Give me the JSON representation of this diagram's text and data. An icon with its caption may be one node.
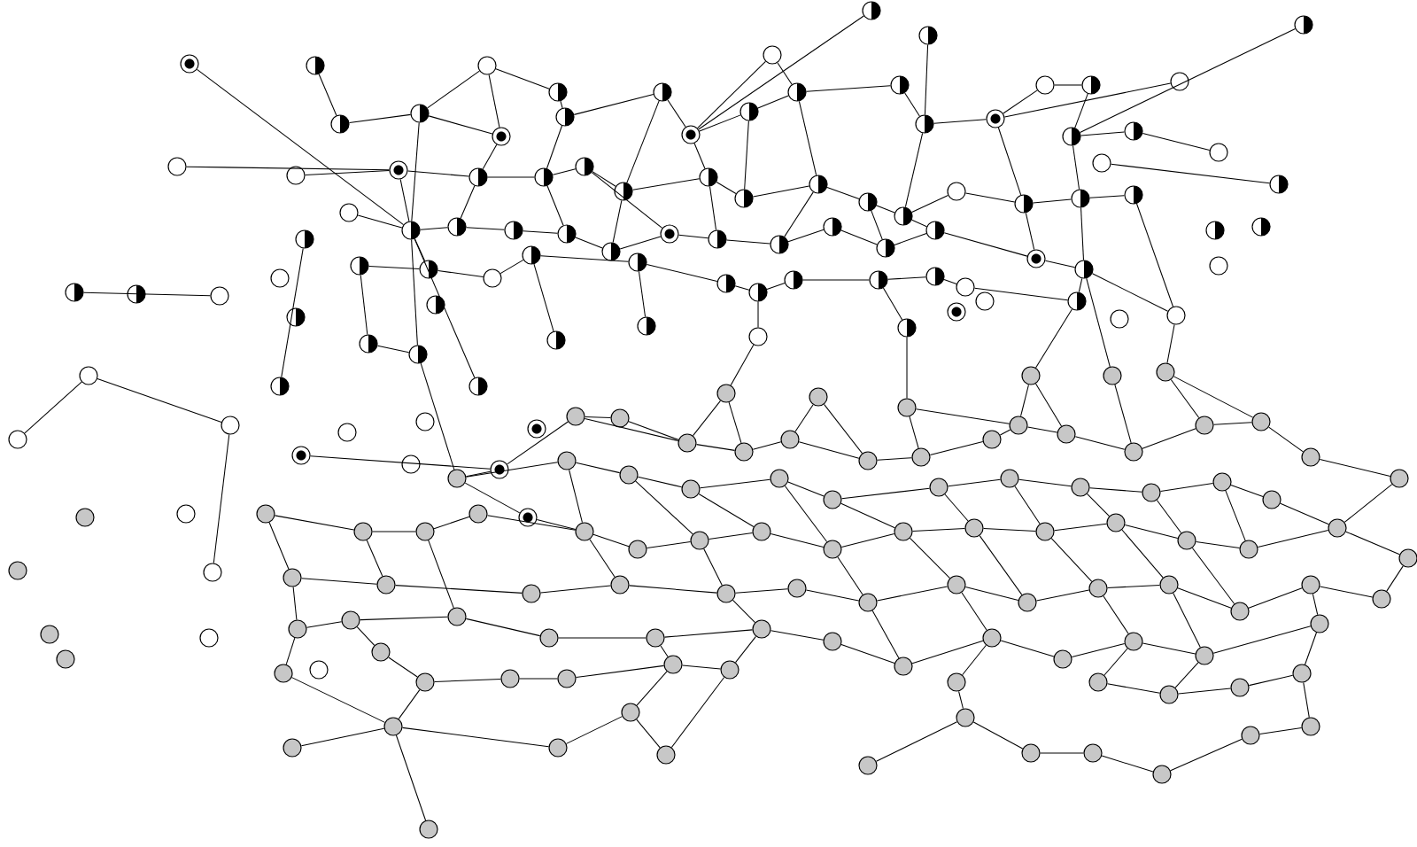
{
  "diagram": {
    "nodes": [
      {
        "text": [],
        "shape": "circle"
      },
      {
        "text": [],
        "shape": "circle"
      },
      {
        "text": [],
        "shape": "circle"
      },
      {
        "text": [],
        "shape": "circle"
      },
      {
        "text": [],
        "shape": "circle"
      },
      {
        "text": [],
        "shape": "circle"
      },
      {
        "text": [],
        "shape": "circle"
      },
      {
        "text": [],
        "shape": "circle"
      },
      {
        "text": [],
        "shape": "circle"
      },
      {
        "text": [],
        "shape": "circle"
      },
      {
        "text": [],
        "shape": "circle"
      },
      {
        "text": [],
        "shape": "circle"
      },
      {
        "text": [],
        "shape": "circle"
      },
      {
        "text": [],
        "shape": "circle"
      },
      {
        "text": [],
        "shape": "circle"
      },
      {
        "text": [],
        "shape": "circle"
      },
      {
        "text": [],
        "shape": "circle"
      },
      {
        "text": [],
        "shape": "circle"
      },
      {
        "text": [],
        "shape": "circle"
      },
      {
        "text": [],
        "shape": "circle"
      },
      {
        "text": [],
        "shape": "circle"
      },
      {
        "text": [],
        "shape": "circle"
      },
      {
        "text": [],
        "shape": "circle"
      },
      {
        "text": [],
        "shape": "circle"
      },
      {
        "text": [],
        "shape": "circle"
      },
      {
        "text": [],
        "shape": "circle"
      },
      {
        "text": [],
        "shape": "circle"
      },
      {
        "text": [],
        "shape": "circle"
      },
      {
        "text": [],
        "shape": "circle"
      },
      {
        "text": [],
        "shape": "circle"
      },
      {
        "text": [],
        "shape": "circle"
      },
      {
        "text": [],
        "shape": "circle"
      },
      {
        "text": [],
        "shape": "circle"
      },
      {
        "text": [],
        "shape": "circle"
      },
      {
        "text": [],
        "shape": "circle"
      },
      {
        "text": [],
        "shape": "circle"
      },
      {
        "text": [],
        "shape": "circle"
      },
      {
        "text": [],
        "shape": "circle"
      },
      {
        "text": [],
        "shape": "circle"
      },
      {
        "text": [],
        "shape": "circle"
      },
      {
        "text": [],
        "shape": "circle"
      },
      {
        "text": [],
        "shape": "circle"
      },
      {
        "text": [],
        "shape": "circle"
      },
      {
        "text": [],
        "shape": "circle"
      },
      {
        "text": [],
        "shape": "circle"
      },
      {
        "text": [],
        "shape": "circle"
      },
      {
        "text": [],
        "shape": "circle"
      },
      {
        "text": [],
        "shape": "circle"
      },
      {
        "text": [],
        "shape": "circle"
      },
      {
        "text": [],
        "shape": "circle"
      },
      {
        "text": [],
        "shape": "circle"
      },
      {
        "text": [],
        "shape": "circle"
      },
      {
        "text": [],
        "shape": "circle"
      },
      {
        "text": [],
        "shape": "circle"
      },
      {
        "text": [],
        "shape": "circle"
      },
      {
        "text": [],
        "shape": "circle"
      },
      {
        "text": [],
        "shape": "circle"
      },
      {
        "text": [],
        "shape": "circle"
      },
      {
        "text": [],
        "shape": "circle"
      },
      {
        "text": [],
        "shape": "circle"
      },
      {
        "text": [],
        "shape": "circle"
      },
      {
        "text": [],
        "shape": "circle"
      },
      {
        "text": [],
        "shape": "circle"
      },
      {
        "text": [],
        "shape": "circle"
      },
      {
        "text": [],
        "shape": "circle"
      },
      {
        "text": [],
        "shape": "circle"
      },
      {
        "text": [],
        "shape": "circle"
      },
      {
        "text": [],
        "shape": "circle"
      },
      {
        "text": [],
        "shape": "circle"
      },
      {
        "text": [],
        "shape": "circle"
      },
      {
        "text": [],
        "shape": "circle"
      },
      {
        "text": [],
        "shape": "circle"
      },
      {
        "text": [],
        "shape": "circle"
      },
      {
        "text": [],
        "shape": "circle"
      },
      {
        "text": [],
        "shape": "circle"
      },
      {
        "text": [],
        "shape": "circle"
      },
      {
        "text": [],
        "shape": "circle"
      },
      {
        "text": [],
        "shape": "circle"
      },
      {
        "text": [],
        "shape": "circle"
      },
      {
        "text": [],
        "shape": "circle"
      },
      {
        "text": [],
        "shape": "circle"
      },
      {
        "text": [],
        "shape": "circle"
      },
      {
        "text": [],
        "shape": "circle"
      },
      {
        "text": [],
        "shape": "circle"
      },
      {
        "text": [],
        "shape": "circle"
      },
      {
        "text": [],
        "shape": "circle"
      },
      {
        "text": [],
        "shape": "circle"
      },
      {
        "text": [],
        "shape": "circle"
      },
      {
        "text": [],
        "shape": "circle"
      },
      {
        "text": [],
        "shape": "circle"
      },
      {
        "text": [],
        "shape": "circle"
      },
      {
        "text": [],
        "shape": "circle"
      },
      {
        "text": [],
        "shape": "circle"
      },
      {
        "text": [],
        "shape": "circle"
      },
      {
        "text": [],
        "shape": "circle"
      },
      {
        "text": [],
        "shape": "circle"
      },
      {
        "text": [],
        "shape": "circle"
      },
      {
        "text": [],
        "shape": "circle"
      },
      {
        "text": [],
        "shape": "circle"
      },
      {
        "text": [],
        "shape": "circle"
      },
      {
        "text": [],
        "shape": "circle"
      },
      {
        "text": [],
        "shape": "circle"
      },
      {
        "text": [],
        "shape": "circle"
      },
      {
        "text": [],
        "shape": "circle"
      },
      {
        "text": [],
        "shape": "circle"
      },
      {
        "text": [],
        "shape": "circle"
      },
      {
        "text": [],
        "shape": "circle"
      },
      {
        "text": [],
        "shape": "circle"
      },
      {
        "text": [],
        "shape": "circle"
      },
      {
        "text": [],
        "shape": "circle"
      },
      {
        "text": [],
        "shape": "circle"
      },
      {
        "text": [],
        "shape": "circle"
      },
      {
        "text": [],
        "shape": "circle"
      },
      {
        "text": [],
        "shape": "circle"
      },
      {
        "text": [],
        "shape": "circle"
      },
      {
        "text": [],
        "shape": "circle"
      },
      {
        "text": [],
        "shape": "circle"
      },
      {
        "text": [],
        "shape": "circle"
      },
      {
        "text": [],
        "shape": "circle"
      },
      {
        "text": [],
        "shape": "circle"
      },
      {
        "text": [],
        "shape": "circle"
      },
      {
        "text": [],
        "shape": "circle"
      },
      {
        "text": [],
        "shape": "circle"
      },
      {
        "text": [],
        "shape": "circle"
      },
      {
        "text": [],
        "shape": "circle"
      },
      {
        "text": [],
        "shape": "circle"
      },
      {
        "text": [],
        "shape": "circle"
      },
      {
        "text": [],
        "shape": "circle"
      },
      {
        "text": [],
        "shape": "circle"
      },
      {
        "text": [],
        "shape": "circle"
      },
      {
        "text": [],
        "shape": "circle"
      },
      {
        "text": [],
        "shape": "circle"
      },
      {
        "text": [],
        "shape": "circle"
      },
      {
        "text": [],
        "shape": "circle"
      },
      {
        "text": [],
        "shape": "circle"
      },
      {
        "text": [],
        "shape": "circle"
      },
      {
        "text": [],
        "shape": "circle"
      },
      {
        "text": [],
        "shape": "circle"
      },
      {
        "text": [],
        "shape": "circle"
      },
      {
        "text": [],
        "shape": "circle"
      },
      {
        "text": [],
        "shape": "circle"
      },
      {
        "text": [],
        "shape": "circle"
      },
      {
        "text": [],
        "shape": "circle"
      },
      {
        "text": [],
        "shape": "circle"
      },
      {
        "text": [],
        "shape": "circle"
      },
      {
        "text": [],
        "shape": "circle"
      },
      {
        "text": [],
        "shape": "circle"
      },
      {
        "text": [],
        "shape": "circle"
      },
      {
        "text": [],
        "shape": "circle"
      },
      {
        "text": [],
        "shape": "circle"
      },
      {
        "text": [],
        "shape": "circle"
      },
      {
        "text": [],
        "shape": "circle"
      },
      {
        "text": [],
        "shape": "circle"
      },
      {
        "text": [],
        "shape": "circle"
      },
      {
        "text": [],
        "shape": "circle"
      },
      {
        "text": [],
        "shape": "circle"
      },
      {
        "text": [],
        "shape": "circle"
      },
      {
        "text": [],
        "shape": "circle"
      },
      {
        "text": [],
        "shape": "circle"
      },
      {
        "text": [],
        "shape": "circle"
      },
      {
        "text": [],
        "shape": "circle"
      },
      {
        "text": [],
        "shape": "circle"
      },
      {
        "text": [],
        "shape": "circle"
      },
      {
        "text": [],
        "shape": "circle"
      },
      {
        "text": [],
        "shape": "circle"
      },
      {
        "text": [],
        "shape": "circle"
      },
      {
        "text": [],
        "shape": "circle"
      },
      {
        "text": [],
        "shape": "circle"
      },
      {
        "text": [],
        "shape": "circle"
      },
      {
        "text": [],
        "shape": "circle"
      },
      {
        "text": [],
        "shape": "circle"
      },
      {
        "text": [],
        "shape": "circle"
      },
      {
        "text": [],
        "shape": "circle"
      },
      {
        "text": [],
        "shape": "circle"
      },
      {
        "text": [],
        "shape": "circle"
      },
      {
        "text": [],
        "shape": "circle"
      },
      {
        "text": [],
        "shape": "circle"
      },
      {
        "text": [],
        "shape": "circle"
      },
      {
        "text": [],
        "shape": "circle"
      },
      {
        "text": [],
        "shape": "circle"
      },
      {
        "text": [],
        "shape": "circle"
      },
      {
        "text": [],
        "shape": "circle"
      },
      {
        "text": [],
        "shape": "circle"
      },
      {
        "text": [],
        "shape": "circle"
      },
      {
        "text": [],
        "shape": "circle"
      },
      {
        "text": [],
        "shape": "circle"
      },
      {
        "text": [],
        "shape": "circle"
      },
      {
        "text": [],
        "shape": "circle"
      },
      {
        "text": [],
        "shape": "circle"
      },
      {
        "text": [],
        "shape": "circle"
      },
      {
        "text": [],
        "shape": "circle"
      },
      {
        "text": [],
        "shape": "circle"
      },
      {
        "text": [],
        "shape": "circle"
      },
      {
        "text": [],
        "shape": "circle"
      },
      {
        "text": [],
        "shape": "circle"
      },
      {
        "text": [],
        "shape": "circle"
      },
      {
        "text": [],
        "shape": "circle"
      },
      {
        "text": [],
        "shape": "circle"
      },
      {
        "text": [],
        "shape": "circle"
      },
      {
        "text": [],
        "shape": "circle"
      },
      {
        "text": [],
        "shape": "circle"
      },
      {
        "text": [],
        "shape": "circle"
      },
      {
        "text": [],
        "shape": "circle"
      },
      {
        "text": [],
        "shape": "circle"
      },
      {
        "text": [],
        "shape": "circle"
      },
      {
        "text": [],
        "shape": "circle"
      },
      {
        "text": [],
        "shape": "circle"
      },
      {
        "text": [],
        "shape": "circle"
      },
      {
        "text": [],
        "shape": "circle"
      },
      {
        "text": [],
        "shape": "circle"
      },
      {
        "text": [],
        "shape": "circle"
      }
    ],
    "edges": [
      {
        "from": 0,
        "to": 44,
        "arrow": "none"
      },
      {
        "from": 2,
        "to": 10,
        "arrow": "none"
      },
      {
        "from": 2,
        "to": 11,
        "arrow": "none"
      },
      {
        "from": 2,
        "to": 9,
        "arrow": "none"
      },
      {
        "from": 3,
        "to": 14,
        "arrow": "none"
      },
      {
        "from": 3,
        "to": 16,
        "arrow": "none"
      },
      {
        "from": 4,
        "to": 14,
        "arrow": "none"
      },
      {
        "from": 5,
        "to": 18,
        "arrow": "none"
      },
      {
        "from": 6,
        "to": 22,
        "arrow": "none"
      },
      {
        "from": 7,
        "to": 19,
        "arrow": "none"
      },
      {
        "from": 11,
        "to": 12,
        "arrow": "none"
      },
      {
        "from": 12,
        "to": 13,
        "arrow": "none"
      },
      {
        "from": 13,
        "to": 14,
        "arrow": "none"
      },
      {
        "from": 14,
        "to": 15,
        "arrow": "none"
      },
      {
        "from": 15,
        "to": 16,
        "arrow": "none"
      },
      {
        "from": 16,
        "to": 17,
        "arrow": "none"
      },
      {
        "from": 17,
        "to": 18,
        "arrow": "none"
      },
      {
        "from": 18,
        "to": 19,
        "arrow": "none"
      },
      {
        "from": 19,
        "to": 20,
        "arrow": "none"
      },
      {
        "from": 20,
        "to": 21,
        "arrow": "none"
      },
      {
        "from": 21,
        "to": 22,
        "arrow": "none"
      },
      {
        "from": 22,
        "to": 24,
        "arrow": "none"
      },
      {
        "from": 24,
        "to": 25,
        "arrow": "none"
      },
      {
        "from": 23,
        "to": 26,
        "arrow": "none"
      },
      {
        "from": 8,
        "to": 9,
        "arrow": "none"
      },
      {
        "from": 9,
        "to": 10,
        "arrow": "none"
      },
      {
        "from": 8,
        "to": 1,
        "arrow": "none"
      },
      {
        "from": 27,
        "to": 29,
        "arrow": "none"
      },
      {
        "from": 28,
        "to": 29,
        "arrow": "none"
      },
      {
        "from": 29,
        "to": 30,
        "arrow": "none"
      },
      {
        "from": 30,
        "to": 31,
        "arrow": "none"
      },
      {
        "from": 31,
        "to": 32,
        "arrow": "none"
      },
      {
        "from": 32,
        "to": 33,
        "arrow": "none"
      },
      {
        "from": 33,
        "to": 34,
        "arrow": "none"
      },
      {
        "from": 34,
        "to": 35,
        "arrow": "none"
      },
      {
        "from": 35,
        "to": 36,
        "arrow": "none"
      },
      {
        "from": 36,
        "to": 37,
        "arrow": "none"
      },
      {
        "from": 37,
        "to": 38,
        "arrow": "none"
      },
      {
        "from": 38,
        "to": 39,
        "arrow": "none"
      },
      {
        "from": 39,
        "to": 40,
        "arrow": "none"
      },
      {
        "from": 40,
        "to": 41,
        "arrow": "none"
      },
      {
        "from": 41,
        "to": 42,
        "arrow": "none"
      },
      {
        "from": 22,
        "to": 41,
        "arrow": "none"
      },
      {
        "from": 43,
        "to": 44,
        "arrow": "none"
      },
      {
        "from": 44,
        "to": 45,
        "arrow": "none"
      },
      {
        "from": 45,
        "to": 46,
        "arrow": "none"
      },
      {
        "from": 46,
        "to": 47,
        "arrow": "none"
      },
      {
        "from": 47,
        "to": 48,
        "arrow": "none"
      },
      {
        "from": 48,
        "to": 49,
        "arrow": "none"
      },
      {
        "from": 49,
        "to": 50,
        "arrow": "none"
      },
      {
        "from": 50,
        "to": 51,
        "arrow": "none"
      },
      {
        "from": 51,
        "to": 52,
        "arrow": "none"
      },
      {
        "from": 52,
        "to": 53,
        "arrow": "none"
      },
      {
        "from": 53,
        "to": 54,
        "arrow": "none"
      },
      {
        "from": 54,
        "to": 55,
        "arrow": "none"
      },
      {
        "from": 55,
        "to": 56,
        "arrow": "none"
      },
      {
        "from": 56,
        "to": 41,
        "arrow": "none"
      },
      {
        "from": 29,
        "to": 44,
        "arrow": "none"
      },
      {
        "from": 44,
        "to": 63,
        "arrow": "none"
      },
      {
        "from": 44,
        "to": 84,
        "arrow": "none"
      },
      {
        "from": 44,
        "to": 89,
        "arrow": "none"
      },
      {
        "from": 62,
        "to": 63,
        "arrow": "none"
      },
      {
        "from": 63,
        "to": 64,
        "arrow": "none"
      },
      {
        "from": 64,
        "to": 65,
        "arrow": "none"
      },
      {
        "from": 65,
        "to": 66,
        "arrow": "none"
      },
      {
        "from": 66,
        "to": 67,
        "arrow": "none"
      },
      {
        "from": 67,
        "to": 68,
        "arrow": "none"
      },
      {
        "from": 68,
        "to": 69,
        "arrow": "none"
      },
      {
        "from": 69,
        "to": 70,
        "arrow": "none"
      },
      {
        "from": 70,
        "to": 71,
        "arrow": "none"
      },
      {
        "from": 71,
        "to": 72,
        "arrow": "none"
      },
      {
        "from": 72,
        "to": 75,
        "arrow": "none"
      },
      {
        "from": 75,
        "to": 56,
        "arrow": "none"
      },
      {
        "from": 56,
        "to": 76,
        "arrow": "none"
      },
      {
        "from": 42,
        "to": 76,
        "arrow": "none"
      },
      {
        "from": 76,
        "to": 108,
        "arrow": "none"
      },
      {
        "from": 56,
        "to": 107,
        "arrow": "none"
      },
      {
        "from": 75,
        "to": 106,
        "arrow": "none"
      },
      {
        "from": 88,
        "to": 70,
        "arrow": "none"
      },
      {
        "from": 88,
        "to": 105,
        "arrow": "none"
      },
      {
        "from": 68,
        "to": 87,
        "arrow": "none"
      },
      {
        "from": 87,
        "to": 103,
        "arrow": "none"
      },
      {
        "from": 86,
        "to": 66,
        "arrow": "none"
      },
      {
        "from": 85,
        "to": 65,
        "arrow": "none"
      },
      {
        "from": 60,
        "to": 90,
        "arrow": "none"
      },
      {
        "from": 78,
        "to": 80,
        "arrow": "none"
      },
      {
        "from": 83,
        "to": 84,
        "arrow": "none"
      },
      {
        "from": 62,
        "to": 83,
        "arrow": "none"
      },
      {
        "from": 12,
        "to": 31,
        "arrow": "none"
      },
      {
        "from": 14,
        "to": 34,
        "arrow": "none"
      },
      {
        "from": 15,
        "to": 35,
        "arrow": "none"
      },
      {
        "from": 16,
        "to": 36,
        "arrow": "none"
      },
      {
        "from": 18,
        "to": 38,
        "arrow": "none"
      },
      {
        "from": 19,
        "to": 40,
        "arrow": "none"
      },
      {
        "from": 10,
        "to": 30,
        "arrow": "none"
      },
      {
        "from": 30,
        "to": 45,
        "arrow": "none"
      },
      {
        "from": 31,
        "to": 47,
        "arrow": "none"
      },
      {
        "from": 33,
        "to": 48,
        "arrow": "none"
      },
      {
        "from": 34,
        "to": 50,
        "arrow": "none"
      },
      {
        "from": 36,
        "to": 51,
        "arrow": "none"
      },
      {
        "from": 37,
        "to": 53,
        "arrow": "none"
      },
      {
        "from": 38,
        "to": 54,
        "arrow": "none"
      },
      {
        "from": 40,
        "to": 55,
        "arrow": "none"
      },
      {
        "from": 13,
        "to": 33,
        "arrow": "none"
      },
      {
        "from": 32,
        "to": 49,
        "arrow": "none"
      },
      {
        "from": 9,
        "to": 44,
        "arrow": "none"
      },
      {
        "from": 93,
        "to": 99,
        "arrow": "none"
      },
      {
        "from": 84,
        "to": 121,
        "arrow": "none"
      },
      {
        "from": 96,
        "to": 97,
        "arrow": "none"
      },
      {
        "from": 96,
        "to": 98,
        "arrow": "none"
      },
      {
        "from": 97,
        "to": 154,
        "arrow": "none"
      },
      {
        "from": 99,
        "to": 121,
        "arrow": "none"
      },
      {
        "from": 99,
        "to": 101,
        "arrow": "none"
      },
      {
        "from": 100,
        "to": 121,
        "arrow": "none"
      },
      {
        "from": 100,
        "to": 141,
        "arrow": "none"
      },
      {
        "from": 101,
        "to": 102,
        "arrow": "none"
      },
      {
        "from": 101,
        "to": 109,
        "arrow": "none"
      },
      {
        "from": 102,
        "to": 109,
        "arrow": "none"
      },
      {
        "from": 103,
        "to": 109,
        "arrow": "none"
      },
      {
        "from": 103,
        "to": 110,
        "arrow": "none"
      },
      {
        "from": 104,
        "to": 111,
        "arrow": "none"
      },
      {
        "from": 104,
        "to": 112,
        "arrow": "none"
      },
      {
        "from": 105,
        "to": 113,
        "arrow": "none"
      },
      {
        "from": 105,
        "to": 115,
        "arrow": "none"
      },
      {
        "from": 106,
        "to": 115,
        "arrow": "none"
      },
      {
        "from": 106,
        "to": 116,
        "arrow": "none"
      },
      {
        "from": 107,
        "to": 117,
        "arrow": "none"
      },
      {
        "from": 108,
        "to": 118,
        "arrow": "none"
      },
      {
        "from": 108,
        "to": 119,
        "arrow": "none"
      },
      {
        "from": 109,
        "to": 110,
        "arrow": "none"
      },
      {
        "from": 110,
        "to": 111,
        "arrow": "none"
      },
      {
        "from": 111,
        "to": 112,
        "arrow": "none"
      },
      {
        "from": 112,
        "to": 113,
        "arrow": "none"
      },
      {
        "from": 113,
        "to": 114,
        "arrow": "none"
      },
      {
        "from": 114,
        "to": 115,
        "arrow": "none"
      },
      {
        "from": 115,
        "to": 116,
        "arrow": "none"
      },
      {
        "from": 116,
        "to": 117,
        "arrow": "none"
      },
      {
        "from": 117,
        "to": 118,
        "arrow": "none"
      },
      {
        "from": 118,
        "to": 119,
        "arrow": "none"
      },
      {
        "from": 119,
        "to": 120,
        "arrow": "none"
      },
      {
        "from": 120,
        "to": 134,
        "arrow": "none"
      },
      {
        "from": 121,
        "to": 122,
        "arrow": "none"
      },
      {
        "from": 122,
        "to": 123,
        "arrow": "none"
      },
      {
        "from": 123,
        "to": 124,
        "arrow": "none"
      },
      {
        "from": 124,
        "to": 125,
        "arrow": "none"
      },
      {
        "from": 125,
        "to": 126,
        "arrow": "none"
      },
      {
        "from": 126,
        "to": 127,
        "arrow": "none"
      },
      {
        "from": 127,
        "to": 128,
        "arrow": "none"
      },
      {
        "from": 128,
        "to": 129,
        "arrow": "none"
      },
      {
        "from": 129,
        "to": 130,
        "arrow": "none"
      },
      {
        "from": 130,
        "to": 131,
        "arrow": "none"
      },
      {
        "from": 131,
        "to": 132,
        "arrow": "none"
      },
      {
        "from": 132,
        "to": 133,
        "arrow": "none"
      },
      {
        "from": 133,
        "to": 134,
        "arrow": "none"
      },
      {
        "from": 137,
        "to": 138,
        "arrow": "none"
      },
      {
        "from": 138,
        "to": 139,
        "arrow": "none"
      },
      {
        "from": 139,
        "to": 140,
        "arrow": "none"
      },
      {
        "from": 140,
        "to": 141,
        "arrow": "none"
      },
      {
        "from": 141,
        "to": 142,
        "arrow": "none"
      },
      {
        "from": 142,
        "to": 143,
        "arrow": "none"
      },
      {
        "from": 143,
        "to": 144,
        "arrow": "none"
      },
      {
        "from": 144,
        "to": 145,
        "arrow": "none"
      },
      {
        "from": 145,
        "to": 146,
        "arrow": "none"
      },
      {
        "from": 146,
        "to": 147,
        "arrow": "none"
      },
      {
        "from": 147,
        "to": 148,
        "arrow": "none"
      },
      {
        "from": 148,
        "to": 149,
        "arrow": "none"
      },
      {
        "from": 149,
        "to": 150,
        "arrow": "none"
      },
      {
        "from": 150,
        "to": 151,
        "arrow": "none"
      },
      {
        "from": 151,
        "to": 133,
        "arrow": "none"
      },
      {
        "from": 133,
        "to": 152,
        "arrow": "none"
      },
      {
        "from": 137,
        "to": 155,
        "arrow": "none"
      },
      {
        "from": 155,
        "to": 156,
        "arrow": "none"
      },
      {
        "from": 156,
        "to": 157,
        "arrow": "none"
      },
      {
        "from": 157,
        "to": 158,
        "arrow": "none"
      },
      {
        "from": 158,
        "to": 159,
        "arrow": "none"
      },
      {
        "from": 159,
        "to": 160,
        "arrow": "none"
      },
      {
        "from": 160,
        "to": 161,
        "arrow": "none"
      },
      {
        "from": 161,
        "to": 162,
        "arrow": "none"
      },
      {
        "from": 162,
        "to": 163,
        "arrow": "none"
      },
      {
        "from": 163,
        "to": 164,
        "arrow": "none"
      },
      {
        "from": 164,
        "to": 165,
        "arrow": "none"
      },
      {
        "from": 165,
        "to": 166,
        "arrow": "none"
      },
      {
        "from": 166,
        "to": 167,
        "arrow": "none"
      },
      {
        "from": 167,
        "to": 168,
        "arrow": "none"
      },
      {
        "from": 168,
        "to": 152,
        "arrow": "none"
      },
      {
        "from": 155,
        "to": 172,
        "arrow": "none"
      },
      {
        "from": 172,
        "to": 173,
        "arrow": "none"
      },
      {
        "from": 173,
        "to": 174,
        "arrow": "none"
      },
      {
        "from": 174,
        "to": 175,
        "arrow": "none"
      },
      {
        "from": 175,
        "to": 176,
        "arrow": "none"
      },
      {
        "from": 176,
        "to": 177,
        "arrow": "none"
      },
      {
        "from": 177,
        "to": 178,
        "arrow": "none"
      },
      {
        "from": 178,
        "to": 179,
        "arrow": "none"
      },
      {
        "from": 179,
        "to": 180,
        "arrow": "none"
      },
      {
        "from": 180,
        "to": 181,
        "arrow": "none"
      },
      {
        "from": 181,
        "to": 182,
        "arrow": "none"
      },
      {
        "from": 182,
        "to": 183,
        "arrow": "none"
      },
      {
        "from": 183,
        "to": 184,
        "arrow": "none"
      },
      {
        "from": 184,
        "to": 167,
        "arrow": "none"
      },
      {
        "from": 172,
        "to": 185,
        "arrow": "none"
      },
      {
        "from": 185,
        "to": 198,
        "arrow": "none"
      },
      {
        "from": 173,
        "to": 187,
        "arrow": "none"
      },
      {
        "from": 187,
        "to": 188,
        "arrow": "none"
      },
      {
        "from": 188,
        "to": 189,
        "arrow": "none"
      },
      {
        "from": 189,
        "to": 190,
        "arrow": "none"
      },
      {
        "from": 190,
        "to": 191,
        "arrow": "none"
      },
      {
        "from": 191,
        "to": 192,
        "arrow": "none"
      },
      {
        "from": 193,
        "to": 204,
        "arrow": "none"
      },
      {
        "from": 194,
        "to": 195,
        "arrow": "none"
      },
      {
        "from": 195,
        "to": 196,
        "arrow": "none"
      },
      {
        "from": 196,
        "to": 197,
        "arrow": "none"
      },
      {
        "from": 197,
        "to": 184,
        "arrow": "none"
      },
      {
        "from": 198,
        "to": 199,
        "arrow": "none"
      },
      {
        "from": 198,
        "to": 200,
        "arrow": "none"
      },
      {
        "from": 200,
        "to": 201,
        "arrow": "none"
      },
      {
        "from": 201,
        "to": 202,
        "arrow": "none"
      },
      {
        "from": 203,
        "to": 204,
        "arrow": "none"
      },
      {
        "from": 204,
        "to": 205,
        "arrow": "none"
      },
      {
        "from": 205,
        "to": 206,
        "arrow": "none"
      },
      {
        "from": 206,
        "to": 207,
        "arrow": "none"
      },
      {
        "from": 207,
        "to": 208,
        "arrow": "none"
      },
      {
        "from": 208,
        "to": 209,
        "arrow": "none"
      },
      {
        "from": 209,
        "to": 197,
        "arrow": "none"
      },
      {
        "from": 198,
        "to": 210,
        "arrow": "none"
      },
      {
        "from": 122,
        "to": 141,
        "arrow": "none"
      },
      {
        "from": 123,
        "to": 143,
        "arrow": "none"
      },
      {
        "from": 124,
        "to": 144,
        "arrow": "none"
      },
      {
        "from": 125,
        "to": 145,
        "arrow": "none"
      },
      {
        "from": 126,
        "to": 146,
        "arrow": "none"
      },
      {
        "from": 127,
        "to": 147,
        "arrow": "none"
      },
      {
        "from": 128,
        "to": 148,
        "arrow": "none"
      },
      {
        "from": 129,
        "to": 149,
        "arrow": "none"
      },
      {
        "from": 130,
        "to": 150,
        "arrow": "none"
      },
      {
        "from": 131,
        "to": 151,
        "arrow": "none"
      },
      {
        "from": 141,
        "to": 158,
        "arrow": "none"
      },
      {
        "from": 143,
        "to": 159,
        "arrow": "none"
      },
      {
        "from": 145,
        "to": 161,
        "arrow": "none"
      },
      {
        "from": 146,
        "to": 162,
        "arrow": "none"
      },
      {
        "from": 147,
        "to": 163,
        "arrow": "none"
      },
      {
        "from": 148,
        "to": 164,
        "arrow": "none"
      },
      {
        "from": 149,
        "to": 165,
        "arrow": "none"
      },
      {
        "from": 150,
        "to": 166,
        "arrow": "none"
      },
      {
        "from": 159,
        "to": 177,
        "arrow": "none"
      },
      {
        "from": 161,
        "to": 179,
        "arrow": "none"
      },
      {
        "from": 162,
        "to": 180,
        "arrow": "none"
      },
      {
        "from": 164,
        "to": 182,
        "arrow": "none"
      },
      {
        "from": 165,
        "to": 183,
        "arrow": "none"
      },
      {
        "from": 176,
        "to": 191,
        "arrow": "none"
      },
      {
        "from": 177,
        "to": 192,
        "arrow": "none"
      },
      {
        "from": 180,
        "to": 193,
        "arrow": "none"
      },
      {
        "from": 182,
        "to": 194,
        "arrow": "none"
      },
      {
        "from": 183,
        "to": 195,
        "arrow": "none"
      },
      {
        "from": 191,
        "to": 201,
        "arrow": "none"
      },
      {
        "from": 192,
        "to": 202,
        "arrow": "none"
      },
      {
        "from": 188,
        "to": 198,
        "arrow": "none"
      },
      {
        "from": 138,
        "to": 156,
        "arrow": "none"
      },
      {
        "from": 139,
        "to": 174,
        "arrow": "none"
      }
    ]
  }
}
